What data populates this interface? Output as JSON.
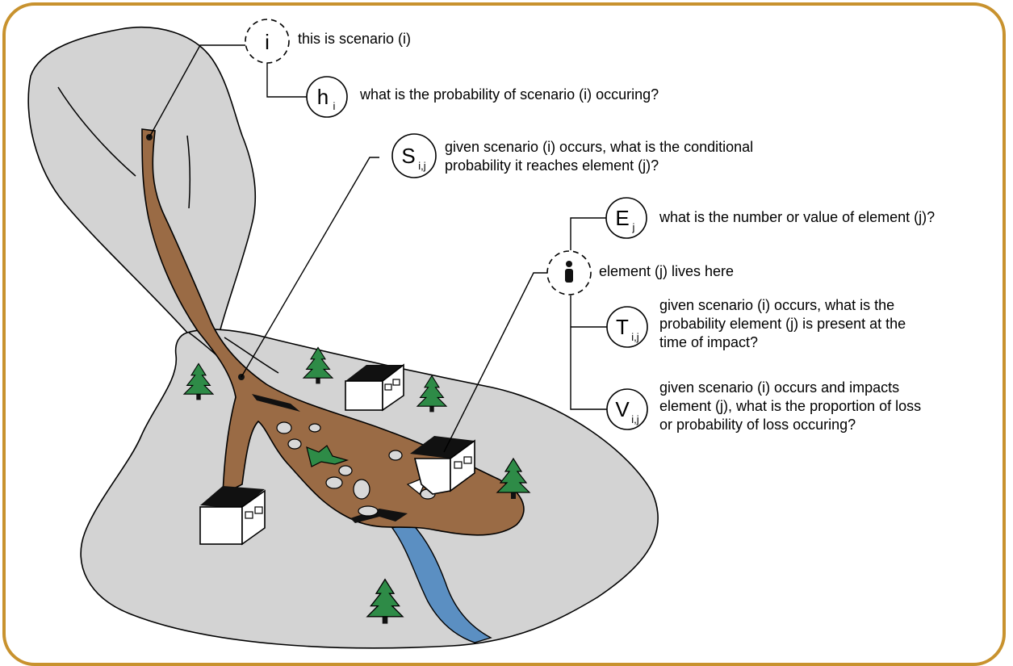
{
  "colors": {
    "frame": "#c8922e",
    "terrain": "#d3d3d3",
    "debris": "#9a6b45",
    "river": "#5b8fc2",
    "tree": "#2e8b47",
    "outline": "#000000"
  },
  "nodes": {
    "scenario": {
      "symbol": "i",
      "sub": "",
      "style": "dashed"
    },
    "hazard": {
      "symbol": "h",
      "sub": "i",
      "style": "solid"
    },
    "spatial": {
      "symbol": "S",
      "sub": "i,j",
      "style": "solid"
    },
    "element_value": {
      "symbol": "E",
      "sub": "j",
      "style": "solid"
    },
    "element": {
      "symbol": "person-icon",
      "sub": "",
      "style": "dashed"
    },
    "temporal": {
      "symbol": "T",
      "sub": "i,j",
      "style": "solid"
    },
    "vulnerability": {
      "symbol": "V",
      "sub": "i,j",
      "style": "solid"
    }
  },
  "labels": {
    "scenario": [
      "this is scenario (i)"
    ],
    "hazard": [
      "what is the probability of scenario (i) occuring?"
    ],
    "spatial": [
      "given scenario (i) occurs, what is the conditional",
      "probability it reaches element (j)?"
    ],
    "element_value": [
      "what is the number or value of element (j)?"
    ],
    "element": [
      "element (j) lives here"
    ],
    "temporal": [
      "given scenario (i) occurs, what is the",
      "probability element (j) is present at the",
      "time of impact?"
    ],
    "vulnerability": [
      "given scenario (i) occurs and impacts",
      "element (j), what is the proportion of loss",
      "or probability of loss occuring?"
    ]
  }
}
